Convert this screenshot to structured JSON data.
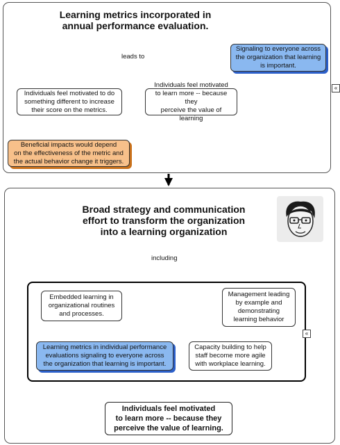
{
  "top": {
    "title": "Learning metrics incorporated in\nannual performance evaluation.",
    "link_label": "leads to",
    "signaling": "Signaling to everyone across\nthe organization that learning\nis important.",
    "motivated_metrics": "Individuals feel motivated to do\nsomething different to increase\ntheir score on the metrics.",
    "motivated_value": "Individuals feel motivated\nto learn more -- because they\nperceive the value of learning",
    "impacts": "Beneficial impacts would depend\non the effectiveness of the metric and\nthe actual behavior change it triggers."
  },
  "bottom": {
    "title": "Broad strategy and communication\neffort to transform the organization\ninto a learning organization",
    "link_label": "including",
    "embedded": "Embedded learning in\norganizational routines\nand processes.",
    "management": "Management leading\nby example and\ndemonstrating\nlearning behavior",
    "metrics": "Learning metrics in individual performance\nevaluations signaling to everyone across\nthe organization that learning is important.",
    "capacity": "Capacity building to help\nstaff become more agile\nwith workplace learning.",
    "result": "Individuals feel motivated\nto learn more -- because they\nperceive the value of learning."
  },
  "icons": {
    "collapse": "«",
    "avatar": "cartoon-face-with-glasses"
  },
  "colors": {
    "blue_fill": "#8ab8f0",
    "blue_shadow": "#2b5fc9",
    "orange_fill": "#f7c08a",
    "orange_shadow": "#c8701a"
  }
}
